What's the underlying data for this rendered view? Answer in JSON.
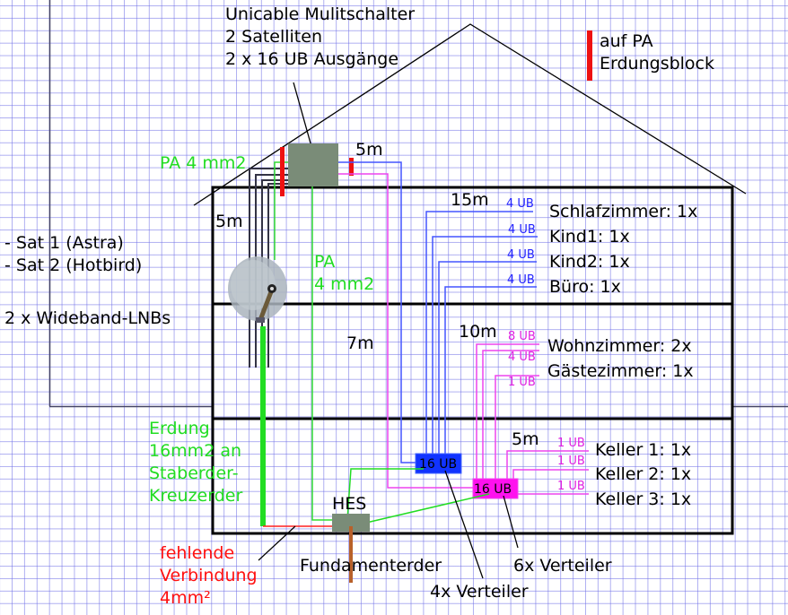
{
  "colors": {
    "grid": "#6e6ee6",
    "wall": "#000000",
    "cable_sat": "#333344",
    "cable_blue": "#4455ff",
    "cable_pink": "#ee44ee",
    "ground_green": "#22dd22",
    "ground_missing": "#ff2020",
    "pa_block": "#ee1111",
    "device_gray": "#7a8c78",
    "splitter_blue": "#1133ff",
    "splitter_pink": "#ff11ee",
    "fundament_rod": "#b8612a"
  },
  "labels": {
    "multiswitch_title": "Unicable Mulitschalter\n2 Satelliten\n2 x 16 UB Ausgänge",
    "legend_pa": "auf PA\nErdungsblock",
    "pa_top": "PA 4 mm2",
    "pa_middle": "PA\n4 mm2",
    "sat_list": "- Sat 1 (Astra)\n- Sat 2 (Hotbird)",
    "lnb": "2 x Wideband-LNBs",
    "len_lnb": "5m",
    "len_switch": "5m",
    "len_riser": "7m",
    "len_upper": "15m",
    "len_middle": "10m",
    "len_basement": "5m",
    "earthing": "Erdung\n16mm2 an\nStaberder-\nKreuzerder",
    "missing_link": "fehlende\nVerbindung\n4mm²",
    "hes": "HES",
    "fundament": "Fundamenterder",
    "splitter_4x": "4x Verteiler",
    "splitter_6x": "6x Verteiler",
    "splitter_blue_label": "16 UB",
    "splitter_pink_label": "16 UB"
  },
  "rooms": {
    "upper": [
      {
        "ub": "4 UB",
        "name": "Schlafzimmer: 1x"
      },
      {
        "ub": "4 UB",
        "name": "Kind1: 1x"
      },
      {
        "ub": "4 UB",
        "name": "Kind2: 1x"
      },
      {
        "ub": "4 UB",
        "name": "Büro: 1x"
      }
    ],
    "middle": [
      {
        "ub": "8 UB",
        "name": "Wohnzimmer: 2x"
      },
      {
        "ub": "4 UB",
        "name": "Gästezimmer: 1x"
      },
      {
        "ub": "1 UB",
        "name": ""
      }
    ],
    "basement": [
      {
        "ub": "1 UB",
        "name": "Keller 1: 1x"
      },
      {
        "ub": "1 UB",
        "name": "Keller 2: 1x"
      },
      {
        "ub": "1 UB",
        "name": "Keller 3: 1x"
      }
    ]
  }
}
